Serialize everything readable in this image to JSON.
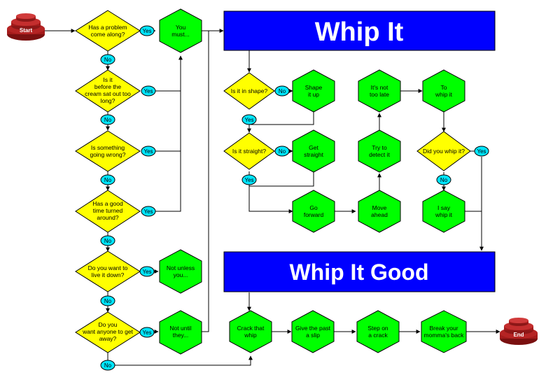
{
  "colors": {
    "decision": "#ffff00",
    "process": "#00ff00",
    "banner": "#0000ff",
    "pill": "#00e5ff",
    "terminal": "#a31b1b"
  },
  "terminals": {
    "start": "Start",
    "end": "End"
  },
  "banners": {
    "whip_it": "Whip It",
    "whip_it_good": "Whip It Good"
  },
  "left_decisions": [
    {
      "lines": [
        "Has a problem",
        "come along?"
      ]
    },
    {
      "lines": [
        "Is it",
        "before the",
        "cream sat out too",
        "long?"
      ]
    },
    {
      "lines": [
        "Is something",
        "going wrong?"
      ]
    },
    {
      "lines": [
        "Has a good",
        "time turned",
        "around?"
      ]
    },
    {
      "lines": [
        "Do you want to",
        "live it down?"
      ]
    },
    {
      "lines": [
        "Do you",
        "want anyone to get",
        "away?"
      ]
    }
  ],
  "left_results": [
    {
      "lines": [
        "You",
        "must..."
      ]
    },
    {
      "lines": [
        "Not unless",
        "you..."
      ]
    },
    {
      "lines": [
        "Not until",
        "they..."
      ]
    }
  ],
  "middle": {
    "shape_q": "Is it in shape?",
    "straight_q": "Is it straight?",
    "shape_up": [
      "Shape",
      "it up"
    ],
    "get_straight": [
      "Get",
      "straight"
    ],
    "go_forward": [
      "Go",
      "forward"
    ],
    "move_ahead": [
      "Move",
      "ahead"
    ],
    "detect": [
      "Try to",
      "detect it"
    ],
    "not_too_late": [
      "It's not",
      "too late"
    ],
    "to_whip": [
      "To",
      "whip it"
    ],
    "did_you": "Did you whip it?",
    "i_say": [
      "I say",
      "whip it"
    ]
  },
  "bottom": [
    {
      "lines": [
        "Crack that",
        "whip"
      ]
    },
    {
      "lines": [
        "Give the past",
        "a slip"
      ]
    },
    {
      "lines": [
        "Step on",
        "a crack"
      ]
    },
    {
      "lines": [
        "Break your",
        "momma's back"
      ]
    }
  ],
  "labels": {
    "yes": "Yes",
    "no": "No"
  }
}
